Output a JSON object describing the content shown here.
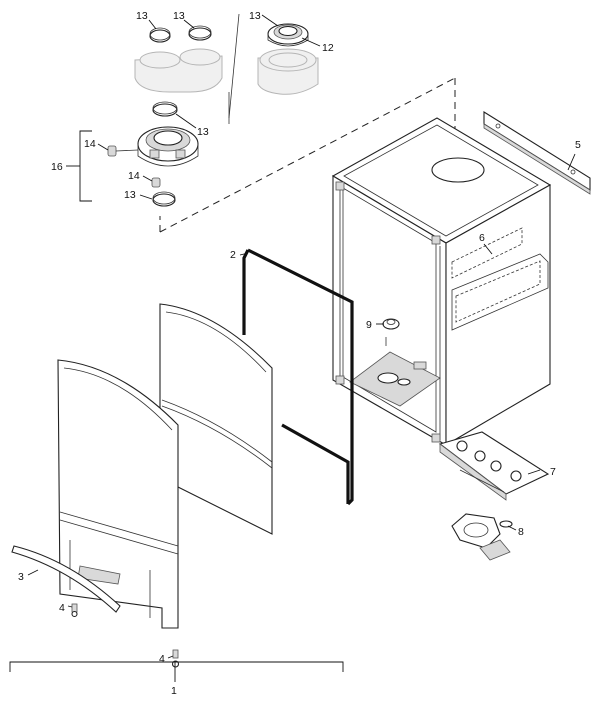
{
  "callouts": {
    "c1": "1",
    "c2": "2",
    "c3": "3",
    "c4a": "4",
    "c4b": "4",
    "c5": "5",
    "c6": "6",
    "c7": "7",
    "c8": "8",
    "c9": "9",
    "c12": "12",
    "c13a": "13",
    "c13b": "13",
    "c13c": "13",
    "c13d": "13",
    "c13e": "13",
    "c14a": "14",
    "c14b": "14",
    "c16": "16"
  }
}
